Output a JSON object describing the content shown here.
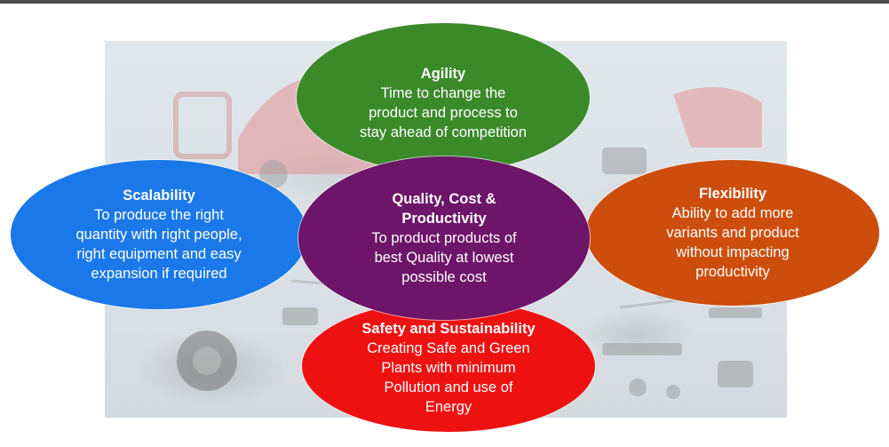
{
  "diagram": {
    "nodes": [
      {
        "id": "agility",
        "title": "Agility",
        "lines": [
          "Time to change the",
          "product and process to",
          "stay ahead of competition"
        ],
        "color": "#3b8a2a"
      },
      {
        "id": "scalability",
        "title": "Scalability",
        "lines": [
          "To produce the right",
          "quantity with right people,",
          "right equipment and easy",
          "expansion if required"
        ],
        "color": "#1a78e8"
      },
      {
        "id": "quality",
        "title_lines": [
          "Quality, Cost &",
          "Productivity"
        ],
        "lines": [
          "To product products of",
          "best Quality at lowest",
          "possible cost"
        ],
        "color": "#6d1569"
      },
      {
        "id": "flexibility",
        "title": "Flexibility",
        "lines": [
          "Ability to add more",
          "variants and product",
          "without impacting",
          "productivity"
        ],
        "color": "#cc4d0c"
      },
      {
        "id": "safety",
        "title": "Safety and Sustainability",
        "lines": [
          "Creating Safe and Green",
          "Plants with minimum",
          "Pollution and use of",
          "Energy"
        ],
        "color": "#ee1111"
      }
    ]
  }
}
